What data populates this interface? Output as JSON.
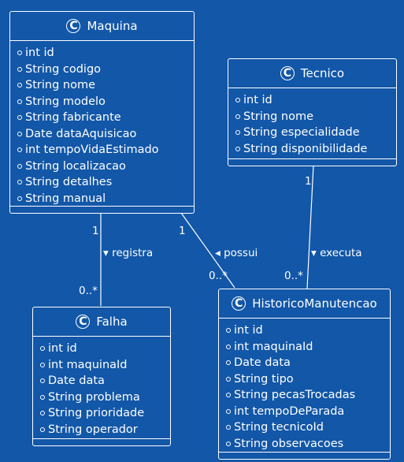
{
  "classes": {
    "maquina": {
      "badge": "C",
      "name": "Maquina",
      "attributes": [
        "int id",
        "String codigo",
        "String nome",
        "String modelo",
        "String fabricante",
        "Date dataAquisicao",
        "int tempoVidaEstimado",
        "String localizacao",
        "String detalhes",
        "String manual"
      ]
    },
    "tecnico": {
      "badge": "C",
      "name": "Tecnico",
      "attributes": [
        "int id",
        "String nome",
        "String especialidade",
        "String disponibilidade"
      ]
    },
    "falha": {
      "badge": "C",
      "name": "Falha",
      "attributes": [
        "int id",
        "int maquinaId",
        "Date data",
        "String problema",
        "String prioridade",
        "String operador"
      ]
    },
    "historico": {
      "badge": "C",
      "name": "HistoricoManutencao",
      "attributes": [
        "int id",
        "int maquinaId",
        "Date data",
        "String tipo",
        "String pecasTrocadas",
        "int tempoDeParada",
        "String tecnicoId",
        "String observacoes"
      ]
    }
  },
  "relations": {
    "registra": {
      "from_mult": "1",
      "to_mult": "0..*",
      "label": "▾ registra"
    },
    "possui": {
      "from_mult": "1",
      "to_mult": "0..*",
      "label": "◂ possui"
    },
    "executa": {
      "from_mult": "1",
      "to_mult": "0..*",
      "label": "▾ executa"
    }
  },
  "colors": {
    "background": "#1257a8",
    "foreground": "#ffffff"
  }
}
